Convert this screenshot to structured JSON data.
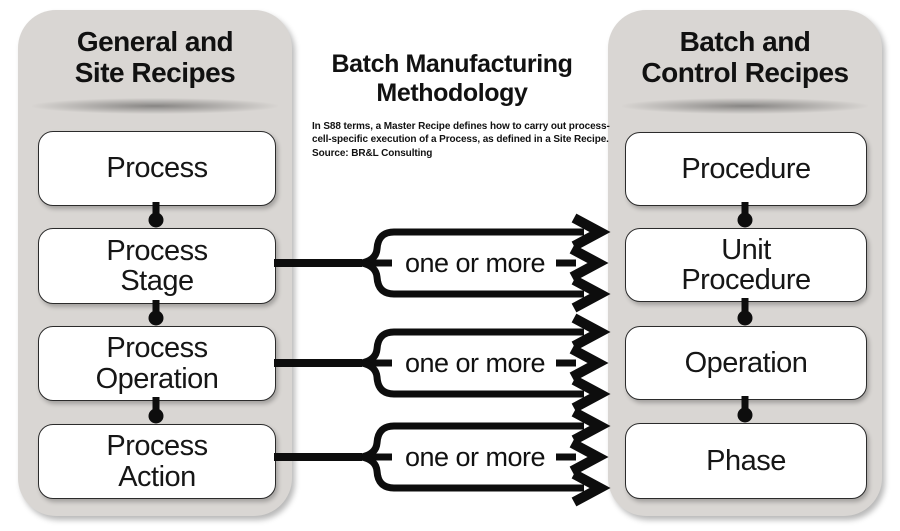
{
  "left_panel": {
    "title_lines": [
      "General and",
      "Site Recipes"
    ],
    "boxes": [
      {
        "lines": [
          "Process"
        ]
      },
      {
        "lines": [
          "Process",
          "Stage"
        ]
      },
      {
        "lines": [
          "Process",
          "Operation"
        ]
      },
      {
        "lines": [
          "Process",
          "Action"
        ]
      }
    ]
  },
  "right_panel": {
    "title_lines": [
      "Batch and",
      "Control Recipes"
    ],
    "boxes": [
      {
        "lines": [
          "Procedure"
        ]
      },
      {
        "lines": [
          "Unit",
          "Procedure"
        ]
      },
      {
        "lines": [
          "Operation"
        ]
      },
      {
        "lines": [
          "Phase"
        ]
      }
    ]
  },
  "center": {
    "title_lines": [
      "Batch Manufacturing",
      "Methodology"
    ],
    "note_lines": [
      "In S88 terms, a Master Recipe defines how to carry out process-",
      "cell-specific execution of a Process, as defined in a Site Recipe.",
      "Source: BR&L Consulting"
    ],
    "relationship_label": "one or more"
  },
  "colors": {
    "panel_bg": "#d9d6d3",
    "box_bg": "#ffffff",
    "box_border": "#2b2b2b",
    "line": "#0d0d0d",
    "text": "#1a1a1a"
  }
}
